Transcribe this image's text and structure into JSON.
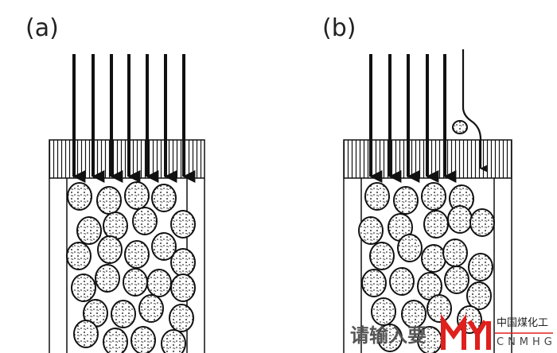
{
  "panels": [
    {
      "label": "(a)"
    },
    {
      "label": "(b)"
    }
  ],
  "watermark": {
    "prompt_text": "请输入要",
    "logo_letters": "MYH",
    "org_name": "中国煤化工",
    "org_code": "CNMHG"
  },
  "colors": {
    "ink": "#111111",
    "logo_red": "#e0201c"
  }
}
